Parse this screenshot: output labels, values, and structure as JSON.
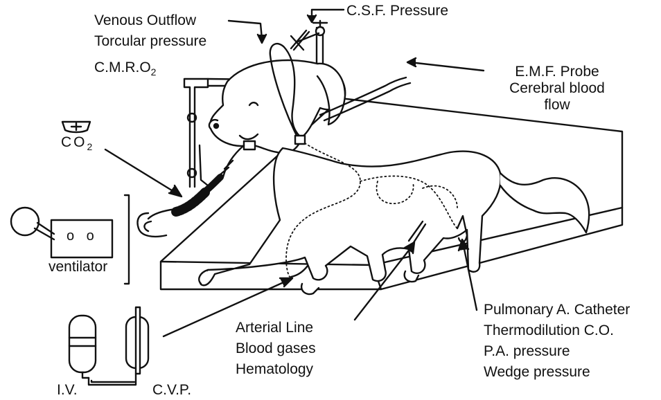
{
  "labels": {
    "venous": [
      "Venous Outflow",
      "Torcular pressure"
    ],
    "cmro2": {
      "text": "C.M.R.O",
      "sub": "2"
    },
    "csf": "C.S.F. Pressure",
    "emf": [
      "E.M.F. Probe",
      "Cerebral blood",
      "flow"
    ],
    "co2": {
      "text": "CO",
      "sub": "2"
    },
    "ventilator": "ventilator",
    "ventilator_dial": "o o",
    "arterial": [
      "Arterial Line",
      "Blood gases",
      "Hematology"
    ],
    "pulmonary": [
      "Pulmonary A. Catheter",
      "Thermodilution C.O.",
      "P.A. pressure",
      "Wedge pressure"
    ],
    "iv": "I.V.",
    "cvp": "C.V.P."
  },
  "icons": [
    "ventilator-icon",
    "co2-gauge-icon",
    "iv-bag-icon",
    "cvp-manometer-icon",
    "dog-illustration",
    "operating-table"
  ]
}
